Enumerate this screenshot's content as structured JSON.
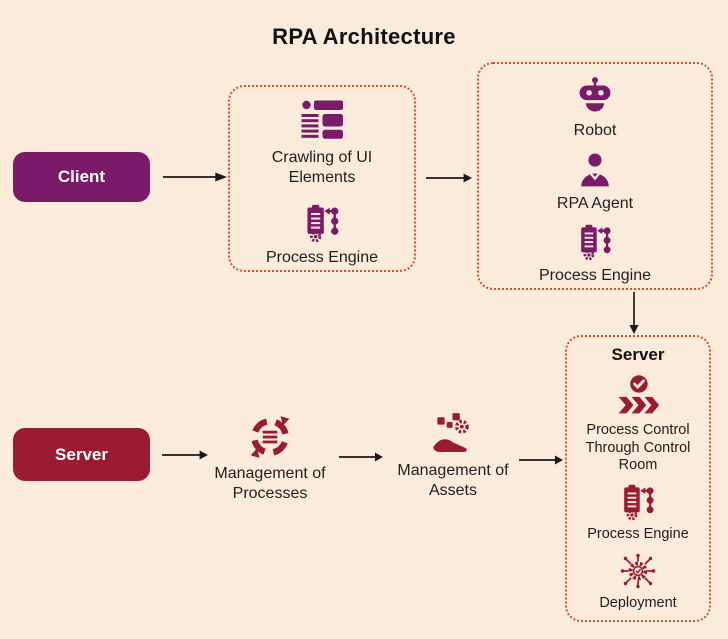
{
  "title": "RPA Architecture",
  "colors": {
    "background": "#FAEBDB",
    "client_accent": "#7A1A68",
    "server_accent": "#9A1B32",
    "dotted_border": "#C8532C",
    "arrow": "#1A1A1A"
  },
  "client_flow": {
    "entry": {
      "label": "Client"
    },
    "crawling_box": {
      "items": [
        {
          "icon": "ui-crawling-icon",
          "label": "Crawling of UI Elements"
        },
        {
          "icon": "process-engine-icon",
          "label": "Process Engine"
        }
      ]
    },
    "agent_box": {
      "items": [
        {
          "icon": "robot-icon",
          "label": "Robot"
        },
        {
          "icon": "rpa-agent-icon",
          "label": "RPA Agent"
        },
        {
          "icon": "process-engine-icon",
          "label": "Process Engine"
        }
      ]
    }
  },
  "server_flow": {
    "entry": {
      "label": "Server"
    },
    "steps": [
      {
        "icon": "management-processes-icon",
        "label": "Management of Processes"
      },
      {
        "icon": "management-assets-icon",
        "label": "Management of Assets"
      }
    ],
    "server_box": {
      "title": "Server",
      "items": [
        {
          "icon": "process-control-icon",
          "label": "Process Control Through Control Room"
        },
        {
          "icon": "process-engine-icon",
          "label": "Process Engine"
        },
        {
          "icon": "deployment-icon",
          "label": "Deployment"
        }
      ]
    }
  }
}
